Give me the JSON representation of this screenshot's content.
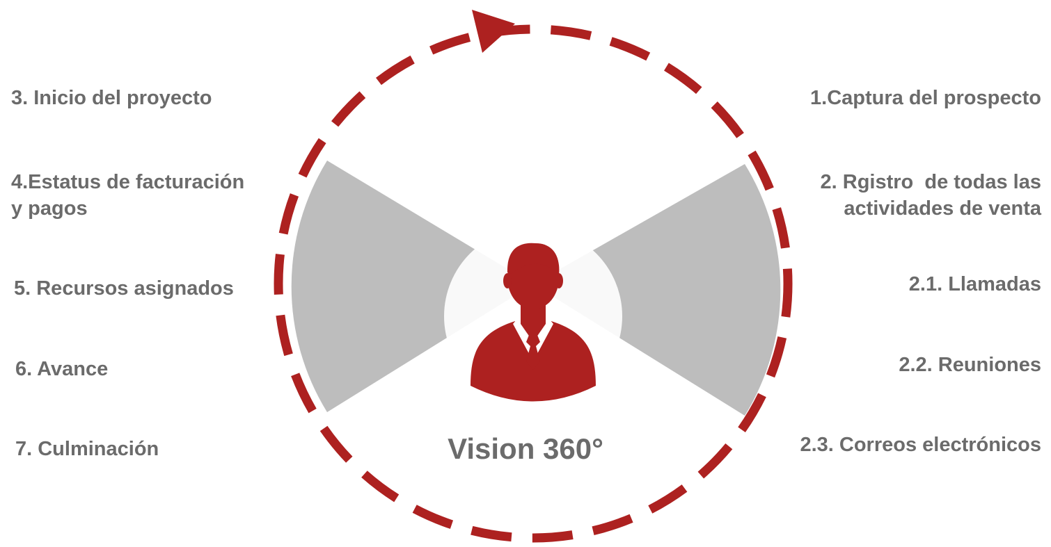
{
  "colors": {
    "accent": "#ad2120",
    "sector": "#bdbdbd",
    "text": "#6b6b6b"
  },
  "icons": {
    "center": "business-person-icon",
    "arrow": "cycle-arrow-icon"
  },
  "title": "Vision 360°",
  "left_items": [
    {
      "line1": "3. Inicio del proyecto"
    },
    {
      "line1": "4.Estatus de facturación",
      "line2": "y pagos"
    },
    {
      "line1": "5. Recursos asignados"
    },
    {
      "line1": "6. Avance"
    },
    {
      "line1": "7. Culminación"
    }
  ],
  "right_items": [
    {
      "line1": "1.Captura del prospecto"
    },
    {
      "line1": "2. Rgistro  de todas las",
      "line2": "actividades de venta"
    },
    {
      "line1": "2.1. Llamadas"
    },
    {
      "line1": "2.2. Reuniones"
    },
    {
      "line1": "2.3. Correos electrónicos"
    }
  ]
}
